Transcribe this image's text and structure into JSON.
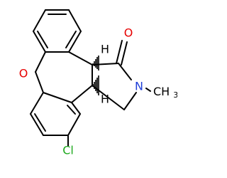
{
  "molecule": {
    "atoms": {
      "carbonyl_oxygen": "O",
      "ring_nitrogen": "N",
      "methyl": {
        "main": "CH",
        "subscript": "3"
      },
      "ether_oxygen": "O",
      "chlorine": "Cl",
      "stereo_h_top": "H",
      "stereo_h_bottom": "H"
    },
    "colors": {
      "bond": "#000000",
      "carbonyl_oxygen": "#e60000",
      "ring_nitrogen": "#1f3fd8",
      "ether_oxygen": "#e60000",
      "chlorine": "#1faa1f",
      "hydrogen": "#000000"
    }
  }
}
